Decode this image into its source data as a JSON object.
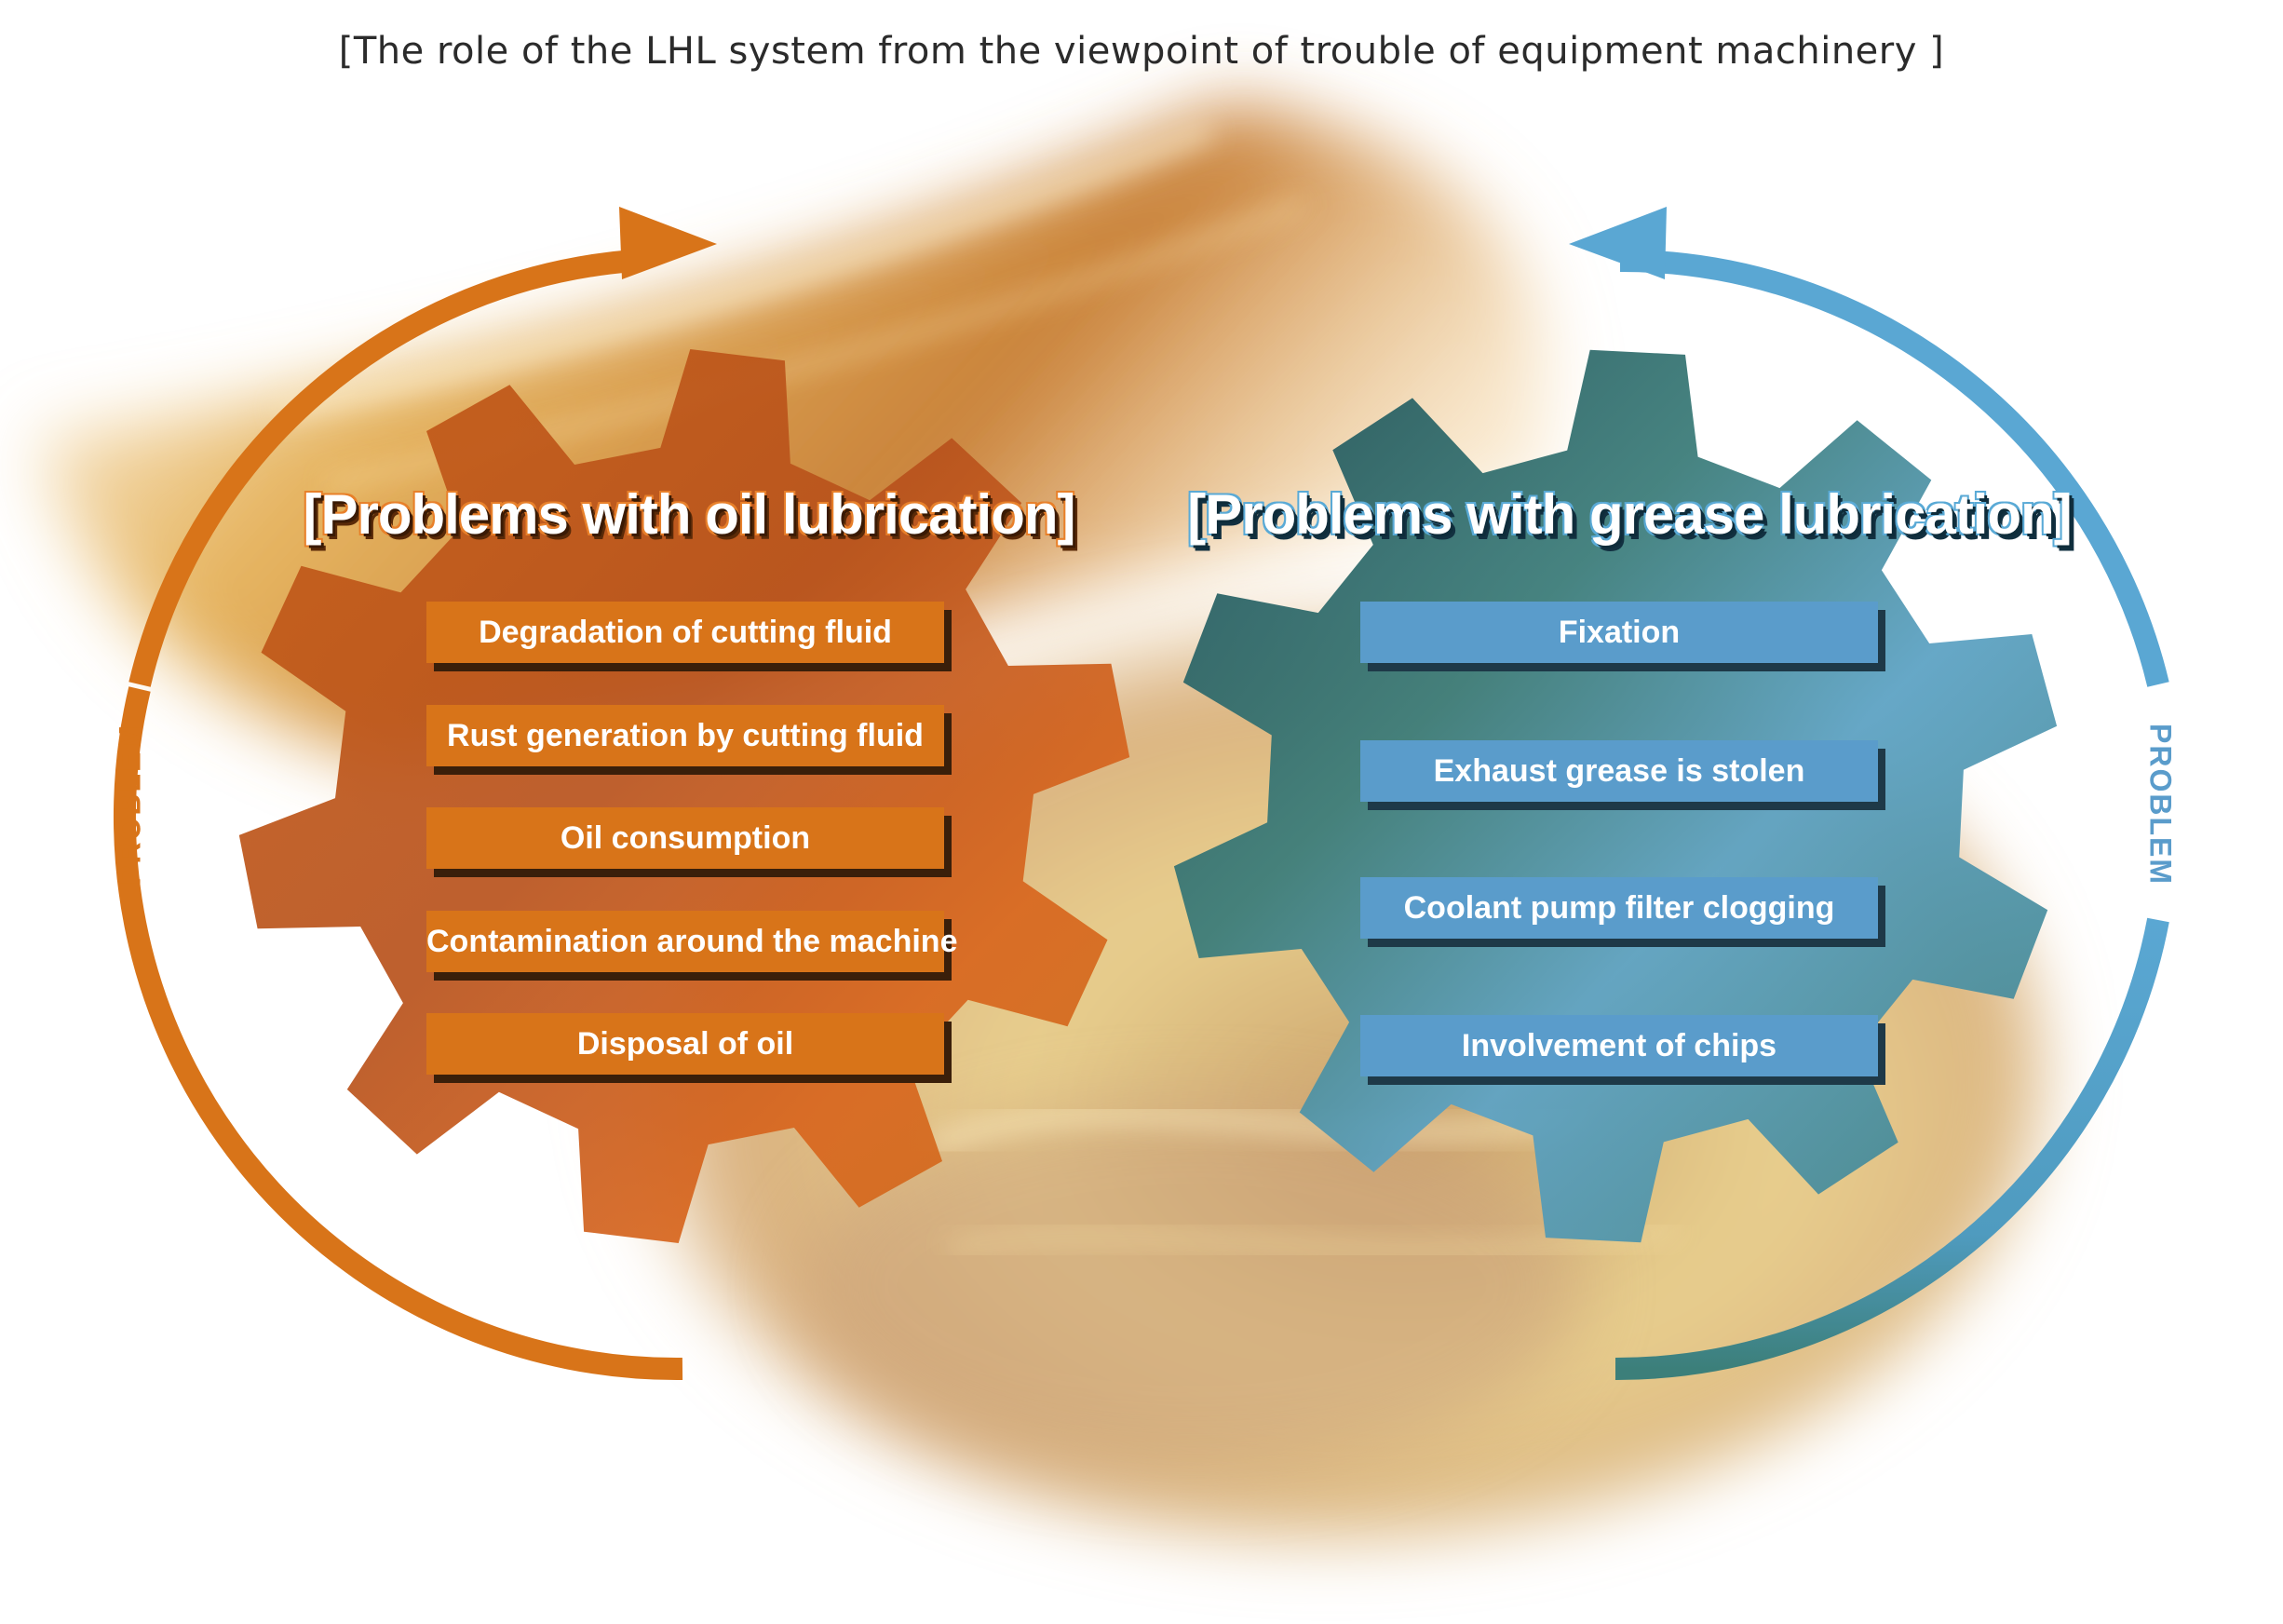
{
  "title": "[The role of the LHL system from the viewpoint of trouble of equipment machinery ]",
  "oil_panel": {
    "heading": "[Problems with oil lubrication]",
    "side_label": "PROBLEM",
    "items": [
      "Degradation of cutting fluid",
      "Rust generation by cutting fluid",
      "Oil consumption",
      "Contamination around the machine",
      "Disposal of oil"
    ]
  },
  "grease_panel": {
    "heading": "[Problems with grease lubrication]",
    "side_label": "PROBLEM",
    "items": [
      "Fixation",
      "Exhaust grease is stolen",
      "Coolant pump filter clogging",
      "Involvement of chips"
    ]
  },
  "colors": {
    "oil_accent": "#d87419",
    "grease_accent": "#5a9ccb",
    "grease_gear_dark": "#2f6a6a",
    "title_text": "#2b2b2b"
  },
  "icons": {
    "oil_gear": "gear-icon",
    "grease_gear": "gear-icon",
    "oil_cycle_arrow": "clockwise-arrow-icon",
    "grease_cycle_arrow": "counterclockwise-arrow-icon"
  }
}
